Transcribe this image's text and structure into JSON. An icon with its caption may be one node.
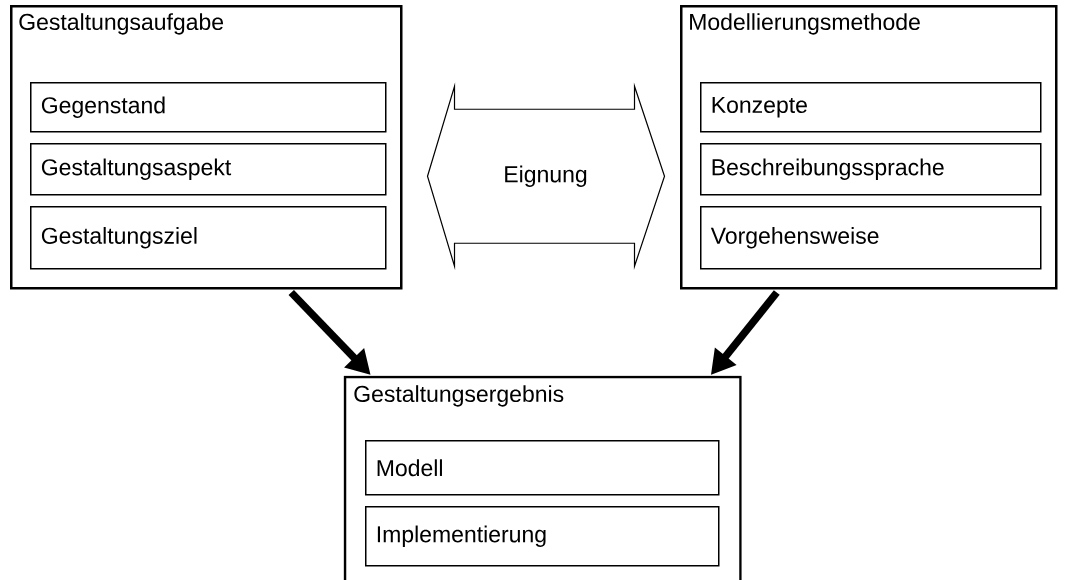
{
  "diagram": {
    "nodes": [
      {
        "text": [
          "Gestaltungsaufgabe"
        ]
      },
      {
        "text": [
          "Gegenstand"
        ],
        "in": 0
      },
      {
        "text": [
          "Gestaltungsaspekt"
        ],
        "in": 0
      },
      {
        "text": [
          "Gestaltungsziel"
        ],
        "in": 0
      },
      {
        "text": [
          "Modellierungsmethode"
        ]
      },
      {
        "text": [
          "Konzepte"
        ],
        "in": 4
      },
      {
        "text": [
          "Beschreibungssprache"
        ],
        "in": 4
      },
      {
        "text": [
          "Vorgehensweise"
        ],
        "in": 4
      },
      {
        "text": [
          "Gestaltungsergebnis"
        ]
      },
      {
        "text": [
          "Modell"
        ],
        "in": 8
      },
      {
        "text": [
          "Implementierung"
        ],
        "in": 8
      }
    ],
    "edges": [
      {
        "from": 0,
        "to": 4,
        "arrow": "both",
        "label": "Eignung"
      },
      {
        "from": 0,
        "to": 8,
        "arrow": "to"
      },
      {
        "from": 4,
        "to": 8,
        "arrow": "to"
      }
    ]
  }
}
